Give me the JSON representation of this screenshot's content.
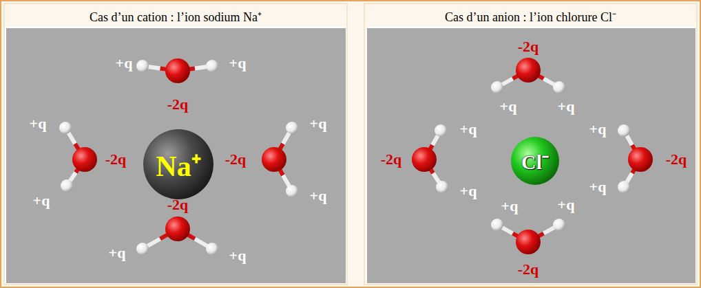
{
  "diagram": {
    "nodes": [
      {
        "text": [
          "Cas d’un cation : l’ion sodium Na⁺"
        ]
      },
      {
        "text": [
          "Na⁺"
        ],
        "in": 0
      },
      {
        "text": [
          "Cas d’un anion : l’ion chlorure Cl⁻"
        ]
      },
      {
        "text": [
          "Cl⁻"
        ],
        "in": 2
      }
    ],
    "labels": [
      "+q",
      "+q",
      "-2q",
      "+q",
      "+q",
      "-2q",
      "-2q",
      "-2q",
      "+q",
      "+q",
      "+q",
      "+q",
      "-2q",
      "+q",
      "+q",
      "+q",
      "+q",
      "-2q",
      "-2q",
      "+q",
      "+q",
      "+q",
      "+q",
      "-2q"
    ]
  }
}
